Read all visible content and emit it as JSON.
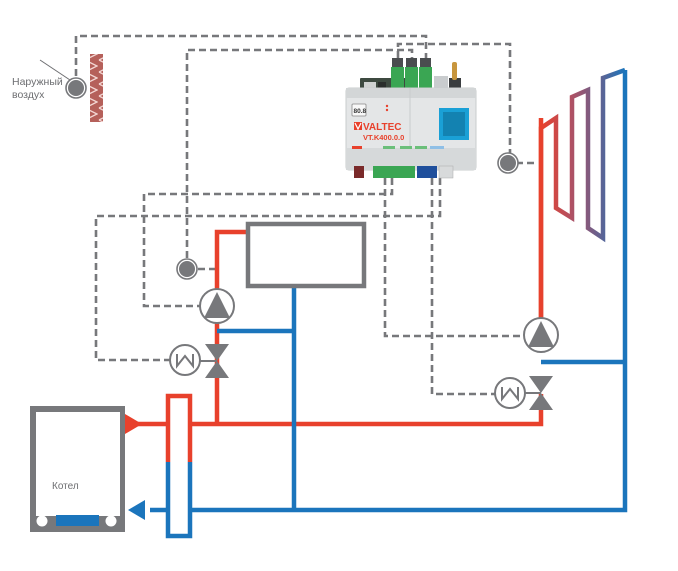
{
  "labels": {
    "outdoor_air": "Наружный воздух",
    "boiler": "Котел"
  },
  "controller": {
    "brand": "VALTEC",
    "model": "VT.K400.0.0",
    "display": "80.8"
  },
  "components": [
    {
      "id": "outdoor-sensor",
      "type": "temperature-sensor",
      "label": "Наружный воздух"
    },
    {
      "id": "wall",
      "type": "wall-hatch"
    },
    {
      "id": "controller",
      "type": "controller",
      "label": "VALTEC VT.K400.0.0"
    },
    {
      "id": "tank",
      "type": "buffer-tank"
    },
    {
      "id": "tank-sensor",
      "type": "temperature-sensor"
    },
    {
      "id": "pump-1",
      "type": "circulation-pump"
    },
    {
      "id": "valve-1",
      "type": "motorized-mixing-valve"
    },
    {
      "id": "radiator-sensor",
      "type": "temperature-sensor"
    },
    {
      "id": "radiator",
      "type": "radiator-coil"
    },
    {
      "id": "pump-2",
      "type": "circulation-pump"
    },
    {
      "id": "valve-2",
      "type": "motorized-mixing-valve"
    },
    {
      "id": "hydro-separator",
      "type": "hydraulic-separator"
    },
    {
      "id": "boiler",
      "type": "boiler",
      "label": "Котел"
    }
  ],
  "colors": {
    "supply": "#e8412c",
    "return": "#1b75bc",
    "wiring": "#77787b",
    "wall": "#b5605a",
    "controller_green": "#3aa653",
    "qr_blue": "#1aa0d6"
  }
}
